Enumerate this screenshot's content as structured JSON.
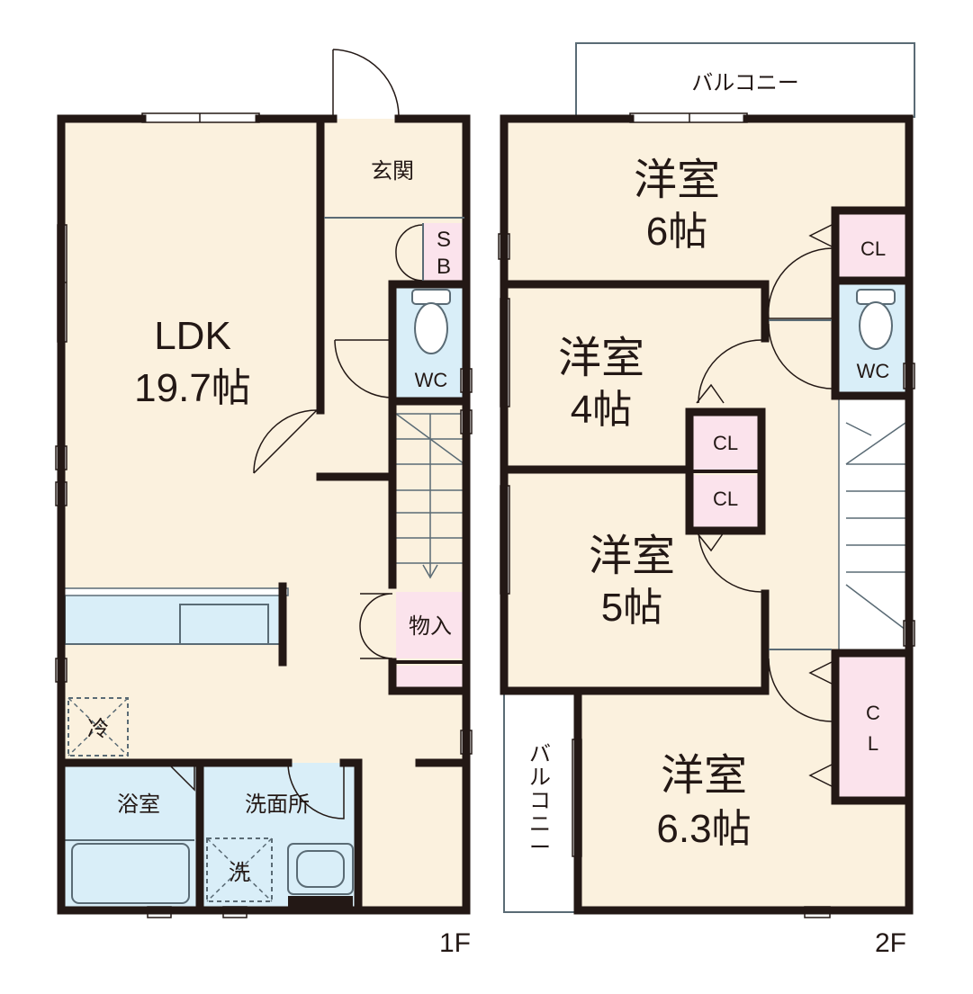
{
  "floors": {
    "first": {
      "label": "1F",
      "rooms": {
        "ldk": {
          "name": "LDK",
          "size": "19.7帖"
        },
        "entrance": "玄関",
        "shoe_box": {
          "line1": "S",
          "line2": "B"
        },
        "wc": "WC",
        "storage": "物入",
        "bath": "浴室",
        "washroom": "洗面所",
        "fridge": "冷",
        "washer": "洗"
      }
    },
    "second": {
      "label": "2F",
      "rooms": {
        "room_6": {
          "name": "洋室",
          "size": "6帖"
        },
        "room_4": {
          "name": "洋室",
          "size": "4帖"
        },
        "room_5": {
          "name": "洋室",
          "size": "5帖"
        },
        "room_63": {
          "name": "洋室",
          "size": "6.3帖"
        },
        "closet_top": "CL",
        "closet_4": "CL",
        "closet_5": "CL",
        "closet_big": {
          "line1": "C",
          "line2": "L"
        },
        "wc": "WC",
        "balcony_top": "バルコニー",
        "balcony_side": [
          "バ",
          "ル",
          "コ",
          "ニ",
          "ー"
        ]
      }
    }
  },
  "colors": {
    "wall": "#231815",
    "floor": "#fbf1de",
    "wet_area": "#d9eef8",
    "closet": "#fbe3ec",
    "fixture_stroke": "#5a6b75"
  }
}
